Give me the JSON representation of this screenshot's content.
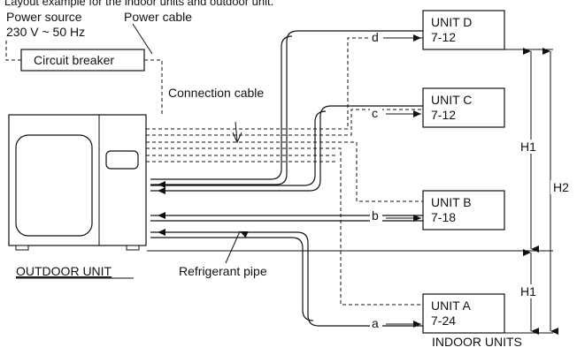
{
  "header": {
    "caption": "Layout example for the indoor units and outdoor unit.",
    "power_source": "Power source",
    "voltage": "230 V ~ 50 Hz",
    "power_cable": "Power cable",
    "circuit_breaker": "Circuit breaker",
    "connection_cable": "Connection cable",
    "refrigerant_pipe": "Refrigerant pipe",
    "outdoor_unit": "OUTDOOR UNIT",
    "indoor_units": "INDOOR UNITS"
  },
  "units": [
    {
      "id": "D",
      "name": "UNIT D",
      "range": "7-12",
      "pipe": "d"
    },
    {
      "id": "C",
      "name": "UNIT C",
      "range": "7-12",
      "pipe": "c"
    },
    {
      "id": "B",
      "name": "UNIT B",
      "range": "7-18",
      "pipe": "b"
    },
    {
      "id": "A",
      "name": "UNIT A",
      "range": "7-24",
      "pipe": "a"
    }
  ],
  "heights": {
    "h1": "H1",
    "h2": "H2"
  },
  "colors": {
    "line": "#111111",
    "background": "#ffffff"
  }
}
